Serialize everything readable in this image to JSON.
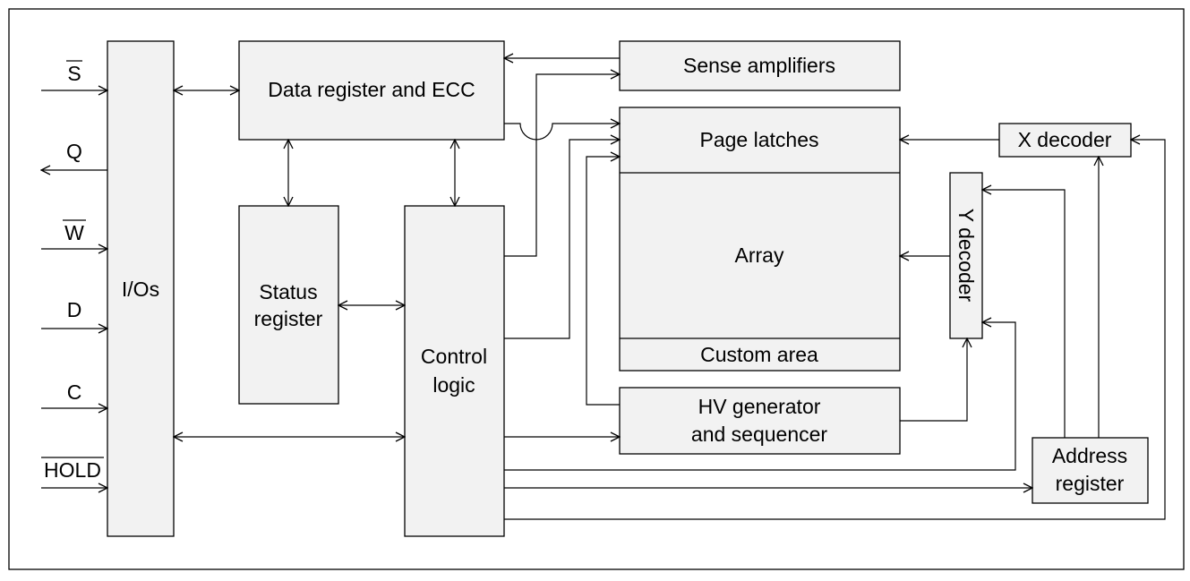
{
  "blocks": {
    "ios": "I/Os",
    "data_register": "Data register and ECC",
    "status_register": [
      "Status",
      "register"
    ],
    "control_logic": [
      "Control",
      "logic"
    ],
    "sense_amplifiers": "Sense amplifiers",
    "page_latches": "Page latches",
    "array": "Array",
    "custom_area": "Custom area",
    "hv_generator": [
      "HV generator",
      "and sequencer"
    ],
    "x_decoder": "X decoder",
    "y_decoder": "Y decoder",
    "address_register": [
      "Address",
      "register"
    ]
  },
  "pins": {
    "s": "S",
    "q": "Q",
    "w": "W",
    "d": "D",
    "c": "C",
    "hold": "HOLD"
  }
}
